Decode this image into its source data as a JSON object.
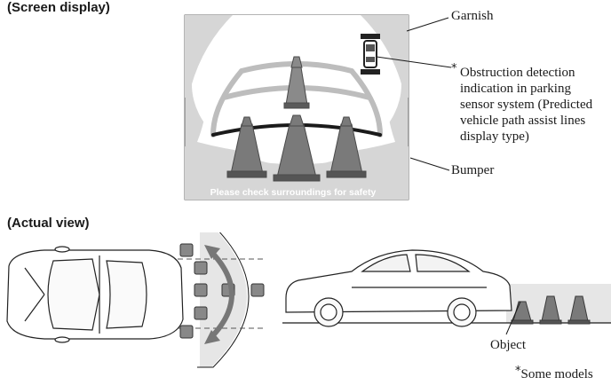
{
  "headers": {
    "screen_display": "(Screen display)",
    "actual_view": "(Actual view)"
  },
  "screen": {
    "safety_message": "Please check surroundings for safety"
  },
  "callouts": {
    "garnish": "Garnish",
    "obstruction_marker": "*",
    "obstruction_lines": [
      "Obstruction detection",
      "indication in parking",
      "sensor system (Predicted",
      "vehicle path assist lines",
      "display type)"
    ],
    "bumper": "Bumper",
    "object": "Object"
  },
  "footnote": {
    "marker": "*",
    "text": "Some models"
  }
}
